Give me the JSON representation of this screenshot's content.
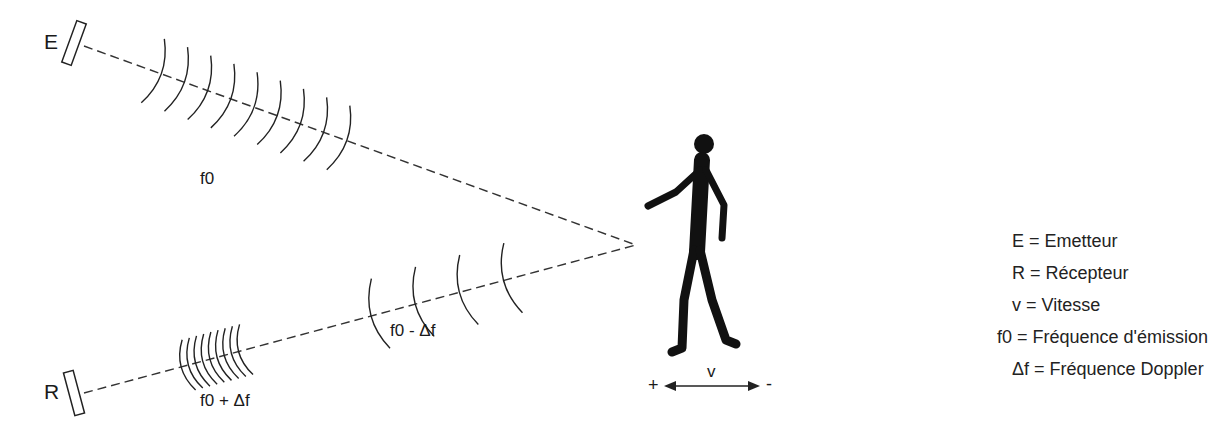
{
  "diagram": {
    "labels": [
      "E",
      "f0",
      "f0 - Δf",
      "R",
      "f0 + Δf",
      "+",
      "v",
      "-"
    ],
    "legend": [
      {
        "text": "E = Emetteur"
      },
      {
        "text": "R = Récepteur"
      },
      {
        "text": "v = Vitesse"
      },
      {
        "text": "f0 = Fréquence d'émission"
      },
      {
        "text": "Δf = Fréquence Doppler"
      }
    ]
  }
}
